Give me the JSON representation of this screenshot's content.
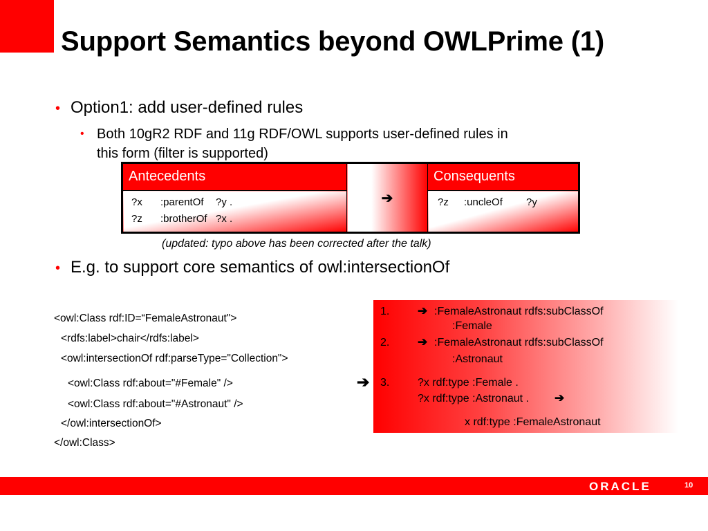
{
  "title": "Support Semantics beyond OWLPrime (1)",
  "bullets": {
    "b1": "Option1: add user-defined rules",
    "b2_line1": "Both 10gR2 RDF and 11g RDF/OWL supports user-defined rules in",
    "b2_line2": "this form (filter is supported)",
    "b3": "E.g. to support core semantics of owl:intersectionOf"
  },
  "rules_table": {
    "antecedents_header": "Antecedents",
    "consequents_header": "Consequents",
    "arrow": "➔",
    "antecedents": [
      [
        "?x",
        ":parentOf",
        "?y ."
      ],
      [
        "?z",
        ":brotherOf",
        "?x ."
      ]
    ],
    "consequent": [
      "?z",
      ":uncleOf",
      "?y"
    ]
  },
  "note": "(updated: typo above has been corrected after the talk)",
  "code_lines": [
    "<owl:Class rdf:ID=“FemaleAstronaut\">",
    "<rdfs:label>chair</rdfs:label>",
    "<owl:intersectionOf rdf:parseType=\"Collection\">",
    "<owl:Class rdf:about=\"#Female\" />",
    "<owl:Class rdf:about=\"#Astronaut\" />",
    "</owl:intersectionOf>",
    "</owl:Class>"
  ],
  "arrow_big": "➔",
  "result_box": {
    "n1": "1.",
    "l1a": ":FemaleAstronaut  rdfs:subClassOf",
    "l1b": ":Female",
    "n2": "2.",
    "l2a": ":FemaleAstronaut  rdfs:subClassOf",
    "l2b": ":Astronaut",
    "n3": "3.",
    "l3a": "?x rdf:type :Female .",
    "l3b": "?x rdf:type :Astronaut .",
    "l3c": "x rdf:type :FemaleAstronaut",
    "arrow": "➔"
  },
  "footer": {
    "logo": "ORACLE",
    "page": "10"
  },
  "colors": {
    "accent": "#ff0000"
  }
}
